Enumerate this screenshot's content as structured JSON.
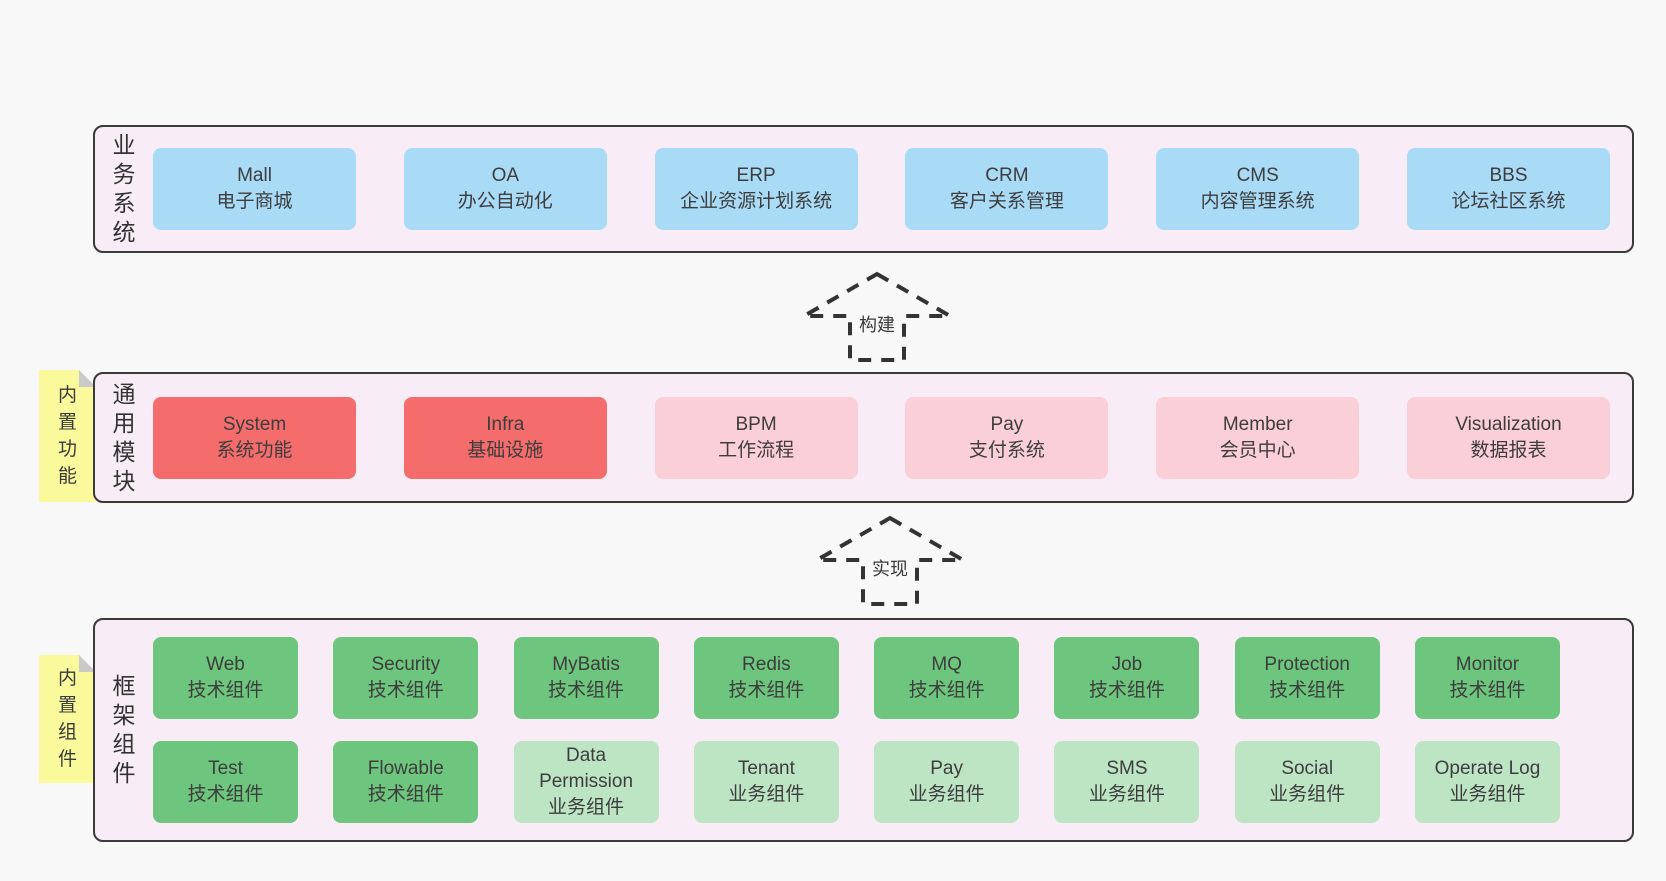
{
  "page": {
    "background": "#f8f8f8"
  },
  "colors": {
    "container_bg": "#f8edf6",
    "container_border": "#3a3a3a",
    "blue": "#a9dbf6",
    "red": "#f56c6c",
    "pink": "#fbcfd8",
    "green": "#6ec57e",
    "lightgreen": "#bde5c4",
    "note_yellow": "#fafa9d",
    "note_fold": "#c9c9c9",
    "text": "#3d3d3d",
    "arrow_stroke": "#333333"
  },
  "arrows": [
    {
      "label": "构建"
    },
    {
      "label": "实现"
    }
  ],
  "layers": [
    {
      "label": "业务系统",
      "note": null,
      "rows": [
        [
          {
            "en": "Mall",
            "zh": "电子商城",
            "type": "blue"
          },
          {
            "en": "OA",
            "zh": "办公自动化",
            "type": "blue"
          },
          {
            "en": "ERP",
            "zh": "企业资源计划系统",
            "type": "blue"
          },
          {
            "en": "CRM",
            "zh": "客户关系管理",
            "type": "blue"
          },
          {
            "en": "CMS",
            "zh": "内容管理系统",
            "type": "blue"
          },
          {
            "en": "BBS",
            "zh": "论坛社区系统",
            "type": "blue"
          }
        ]
      ]
    },
    {
      "label": "通用模块",
      "note": "内置功能",
      "rows": [
        [
          {
            "en": "System",
            "zh": "系统功能",
            "type": "red"
          },
          {
            "en": "Infra",
            "zh": "基础设施",
            "type": "red"
          },
          {
            "en": "BPM",
            "zh": "工作流程",
            "type": "pink"
          },
          {
            "en": "Pay",
            "zh": "支付系统",
            "type": "pink"
          },
          {
            "en": "Member",
            "zh": "会员中心",
            "type": "pink"
          },
          {
            "en": "Visualization",
            "zh": "数据报表",
            "type": "pink"
          }
        ]
      ]
    },
    {
      "label": "框架组件",
      "note": "内置组件",
      "rows": [
        [
          {
            "en": "Web",
            "zh": "技术组件",
            "type": "green"
          },
          {
            "en": "Security",
            "zh": "技术组件",
            "type": "green"
          },
          {
            "en": "MyBatis",
            "zh": "技术组件",
            "type": "green"
          },
          {
            "en": "Redis",
            "zh": "技术组件",
            "type": "green"
          },
          {
            "en": "MQ",
            "zh": "技术组件",
            "type": "green"
          },
          {
            "en": "Job",
            "zh": "技术组件",
            "type": "green"
          },
          {
            "en": "Protection",
            "zh": "技术组件",
            "type": "green"
          },
          {
            "en": "Monitor",
            "zh": "技术组件",
            "type": "green"
          }
        ],
        [
          {
            "en": "Test",
            "zh": "技术组件",
            "type": "green"
          },
          {
            "en": "Flowable",
            "zh": "技术组件",
            "type": "green"
          },
          {
            "en": "Data Permission",
            "zh": "业务组件",
            "type": "lightgreen"
          },
          {
            "en": "Tenant",
            "zh": "业务组件",
            "type": "lightgreen"
          },
          {
            "en": "Pay",
            "zh": "业务组件",
            "type": "lightgreen"
          },
          {
            "en": "SMS",
            "zh": "业务组件",
            "type": "lightgreen"
          },
          {
            "en": "Social",
            "zh": "业务组件",
            "type": "lightgreen"
          },
          {
            "en": "Operate Log",
            "zh": "业务组件",
            "type": "lightgreen"
          }
        ]
      ]
    }
  ]
}
